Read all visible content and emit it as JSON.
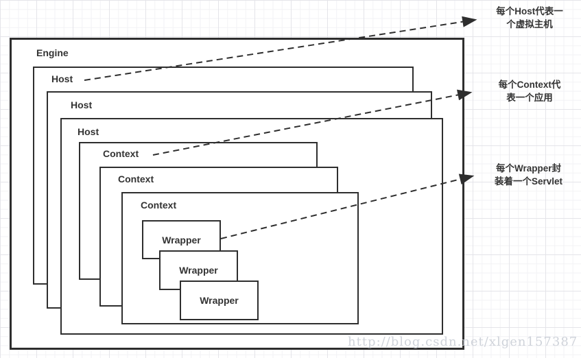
{
  "diagram": {
    "engine": {
      "label": "Engine"
    },
    "hosts": [
      {
        "label": "Host"
      },
      {
        "label": "Host"
      },
      {
        "label": "Host"
      }
    ],
    "contexts": [
      {
        "label": "Context"
      },
      {
        "label": "Context"
      },
      {
        "label": "Context"
      }
    ],
    "wrappers": [
      {
        "label": "Wrapper"
      },
      {
        "label": "Wrapper"
      },
      {
        "label": "Wrapper"
      }
    ],
    "annotations": [
      {
        "line1": "每个Host代表一",
        "line2": "个虚拟主机"
      },
      {
        "line1": "每个Context代",
        "line2": "表一个应用"
      },
      {
        "line1": "每个Wrapper封",
        "line2": "装着一个Servlet"
      }
    ],
    "watermark": "http://blog.csdn.net/xlgen157387",
    "colors": {
      "line": "#2e2e2e",
      "text": "#333333",
      "watermark": "#c7ccd4",
      "grid_minor": "#f2f2f5",
      "grid_major": "#e4e4e9"
    }
  }
}
